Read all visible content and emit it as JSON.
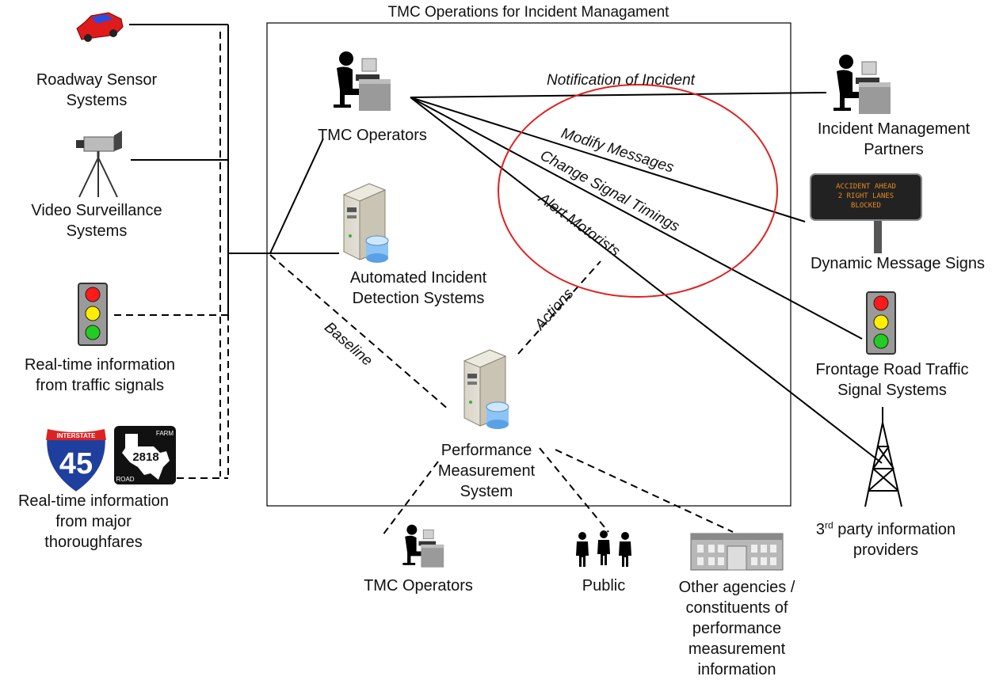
{
  "diagram": {
    "title": "TMC Operations for Incident Managament",
    "sources": {
      "roadway_sensor": "Roadway Sensor\nSystems",
      "video_surveillance": "Video Surveillance\nSystems",
      "traffic_signals": "Real-time information\nfrom traffic signals",
      "thoroughfares": "Real-time information\nfrom major\nthoroughfares"
    },
    "shields": {
      "interstate_banner": "INTERSTATE",
      "interstate_number": "45",
      "farm_top": "FARM",
      "farm_number": "2818",
      "farm_bottom": "ROAD"
    },
    "center": {
      "tmc_operators": "TMC Operators",
      "aid_systems": "Automated Incident\nDetection Systems",
      "performance_system": "Performance\nMeasurement\nSystem"
    },
    "flows": {
      "notification": "Notification of Incident",
      "modify_messages": "Modify Messages",
      "change_signal": "Change Signal Timings",
      "alert_motorists": "Alert Motorists",
      "actions": "Actions",
      "baseline": "Baseline"
    },
    "targets": {
      "im_partners": "Incident Management\nPartners",
      "dms": "Dynamic Message Signs",
      "dms_sign_text": [
        "ACCIDENT AHEAD",
        "2 RIGHT LANES",
        "BLOCKED"
      ],
      "frontage": "Frontage Road Traffic\nSignal Systems",
      "third_party_prefix": "3",
      "third_party_sup": "rd",
      "third_party_rest": " party information",
      "third_party_line2": "providers"
    },
    "consumers": {
      "tmc_operators": "TMC Operators",
      "public": "Public",
      "other_agencies": "Other agencies /\nconstituents of\nperformance\nmeasurement\ninformation"
    },
    "colors": {
      "highlight_circle": "#e02020",
      "car": "#e01b1b",
      "signal_red": "#ff1a1a",
      "signal_yellow": "#ffee00",
      "signal_green": "#22cc22",
      "interstate_blue": "#1f3f9f",
      "interstate_red": "#d22"
    }
  }
}
